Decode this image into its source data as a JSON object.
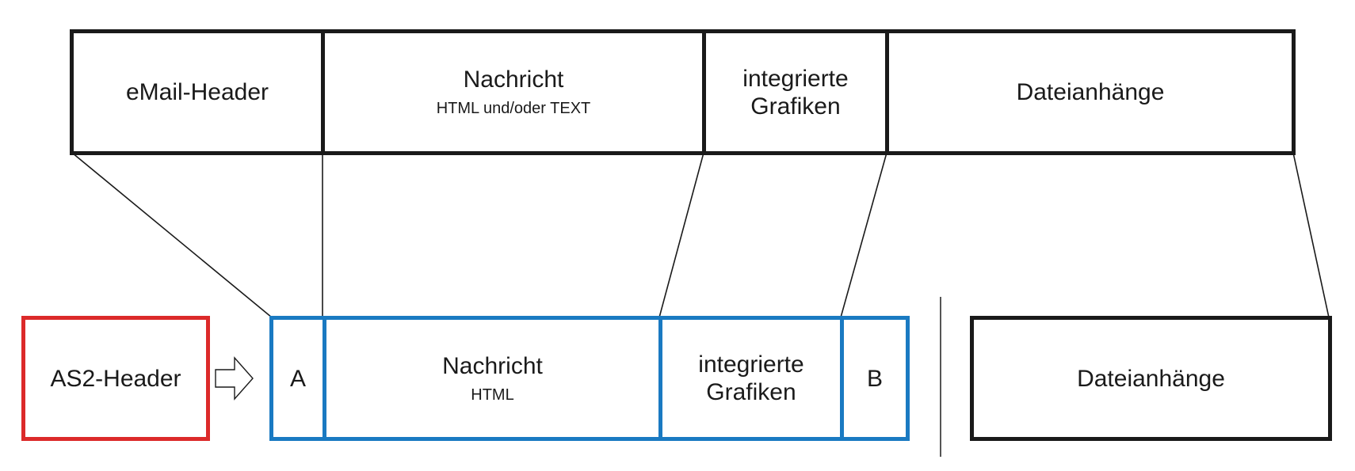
{
  "colors": {
    "outline": "#1a1a1a",
    "as2_blue": "#1a7ac2",
    "as2_header_red": "#dc2a2a"
  },
  "email_message": {
    "header": "eMail-Header",
    "message_title": "Nachricht",
    "message_subtitle": "HTML und/oder TEXT",
    "images": "integrierte\nGrafiken",
    "attachments": "Dateianhänge"
  },
  "as2_message": {
    "header": "AS2-Header",
    "part_a": "A",
    "message_title": "Nachricht",
    "message_subtitle": "HTML",
    "images": "integrierte\nGrafiken",
    "part_b": "B",
    "attachments": "Dateianhänge"
  },
  "icons": {
    "arrow": "right-arrow-outline-icon"
  }
}
